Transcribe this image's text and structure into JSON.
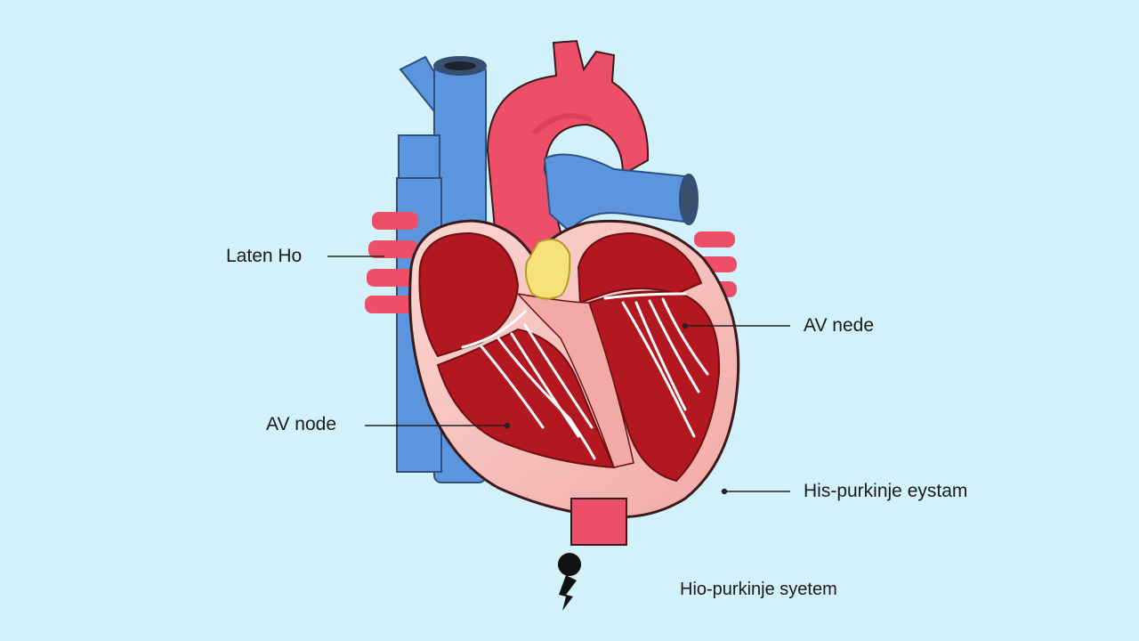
{
  "labels": {
    "latent": "Laten Ho",
    "av_node_right": "AV nede",
    "av_node_left": "AV node",
    "his_purkinje_right": "His-purkinje eystam",
    "his_purkinje_bottom": "Hio-purkinje syetem"
  },
  "colors": {
    "background": "#d2f1fb",
    "vein_blue": "#5b95dd",
    "artery_red": "#ee4f68",
    "chamber_red": "#b31720",
    "myocardium_pink": "#f6c4c0",
    "valve_white": "#ffffff",
    "node_yellow": "#f7e27a",
    "outline": "#3a1b1b",
    "leader_line": "#222222"
  },
  "icons": [
    "lightning-bolt-icon"
  ]
}
